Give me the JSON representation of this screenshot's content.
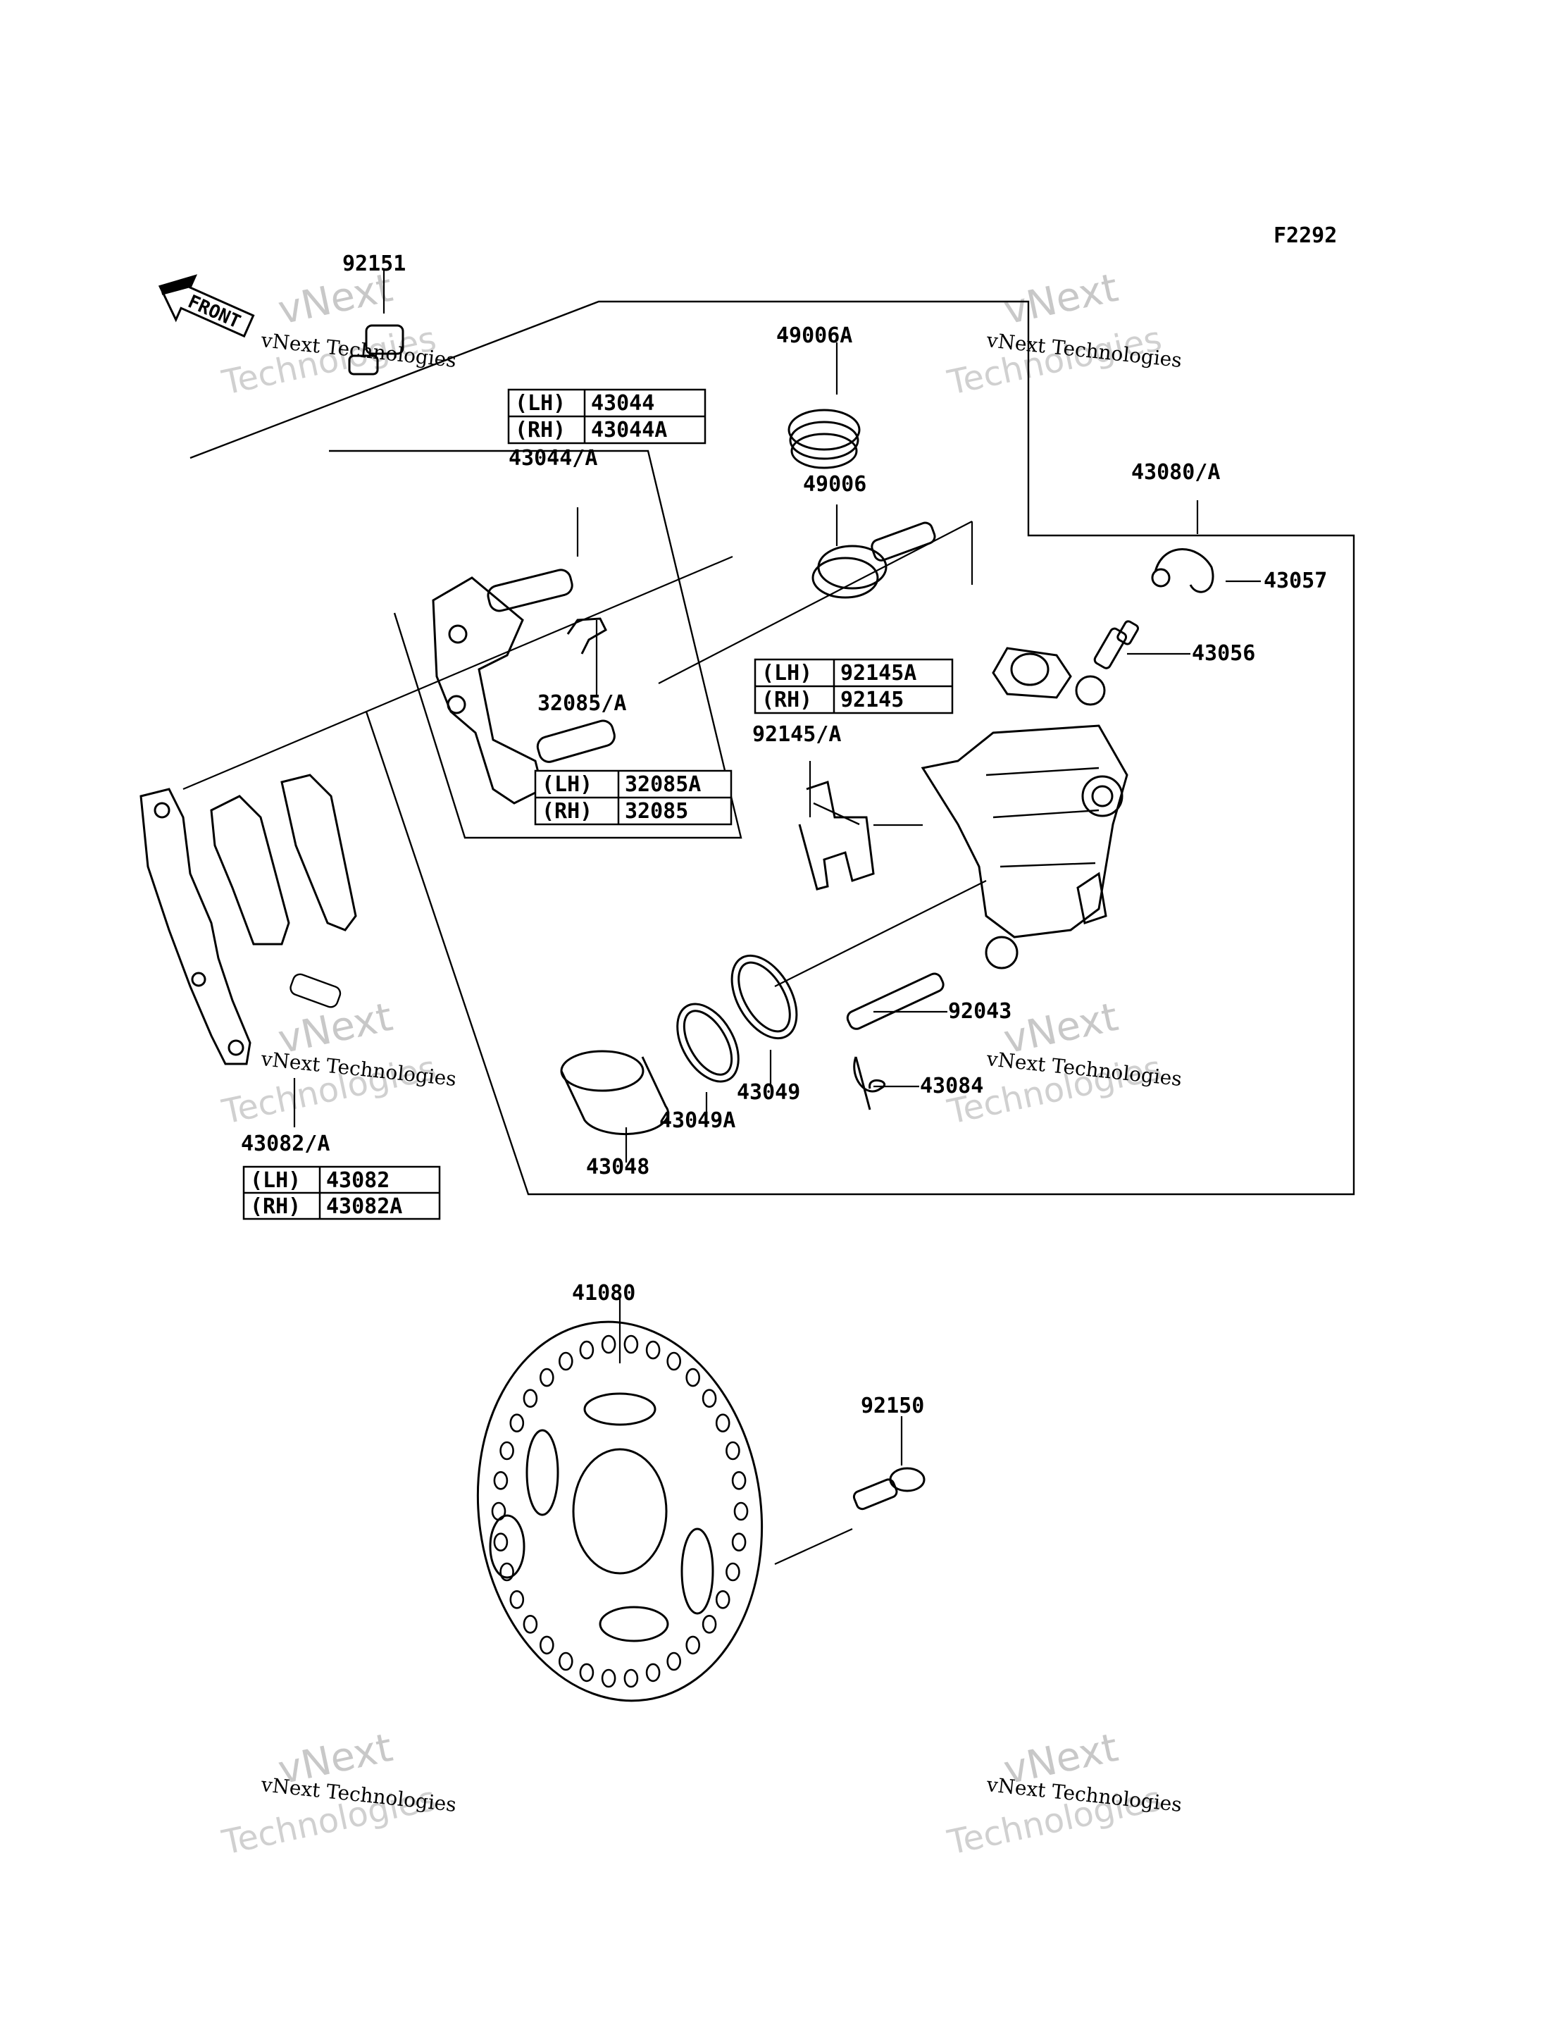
{
  "diagram_code": "F2292",
  "front_arrow": "FRONT",
  "watermark": {
    "line1": "vNext Technologies",
    "line2": "vNext",
    "line3": "Technologies"
  },
  "labels": {
    "p92151": "92151",
    "p49006A": "49006A",
    "p43044A": "43044/A",
    "p49006": "49006",
    "p43080A": "43080/A",
    "p43057": "43057",
    "p43056": "43056",
    "p32085A": "32085/A",
    "p92145A": "92145/A",
    "p92043": "92043",
    "p43049": "43049",
    "p43049A": "43049A",
    "p43084": "43084",
    "p43048": "43048",
    "p43082A": "43082/A",
    "p41080": "41080",
    "p92150": "92150"
  },
  "tables": {
    "t43044": [
      [
        "(LH)",
        "43044"
      ],
      [
        "(RH)",
        "43044A"
      ]
    ],
    "t92145": [
      [
        "(LH)",
        "92145A"
      ],
      [
        "(RH)",
        "92145"
      ]
    ],
    "t32085": [
      [
        "(LH)",
        "32085A"
      ],
      [
        "(RH)",
        "32085"
      ]
    ],
    "t43082": [
      [
        "(LH)",
        "43082"
      ],
      [
        "(RH)",
        "43082A"
      ]
    ]
  }
}
